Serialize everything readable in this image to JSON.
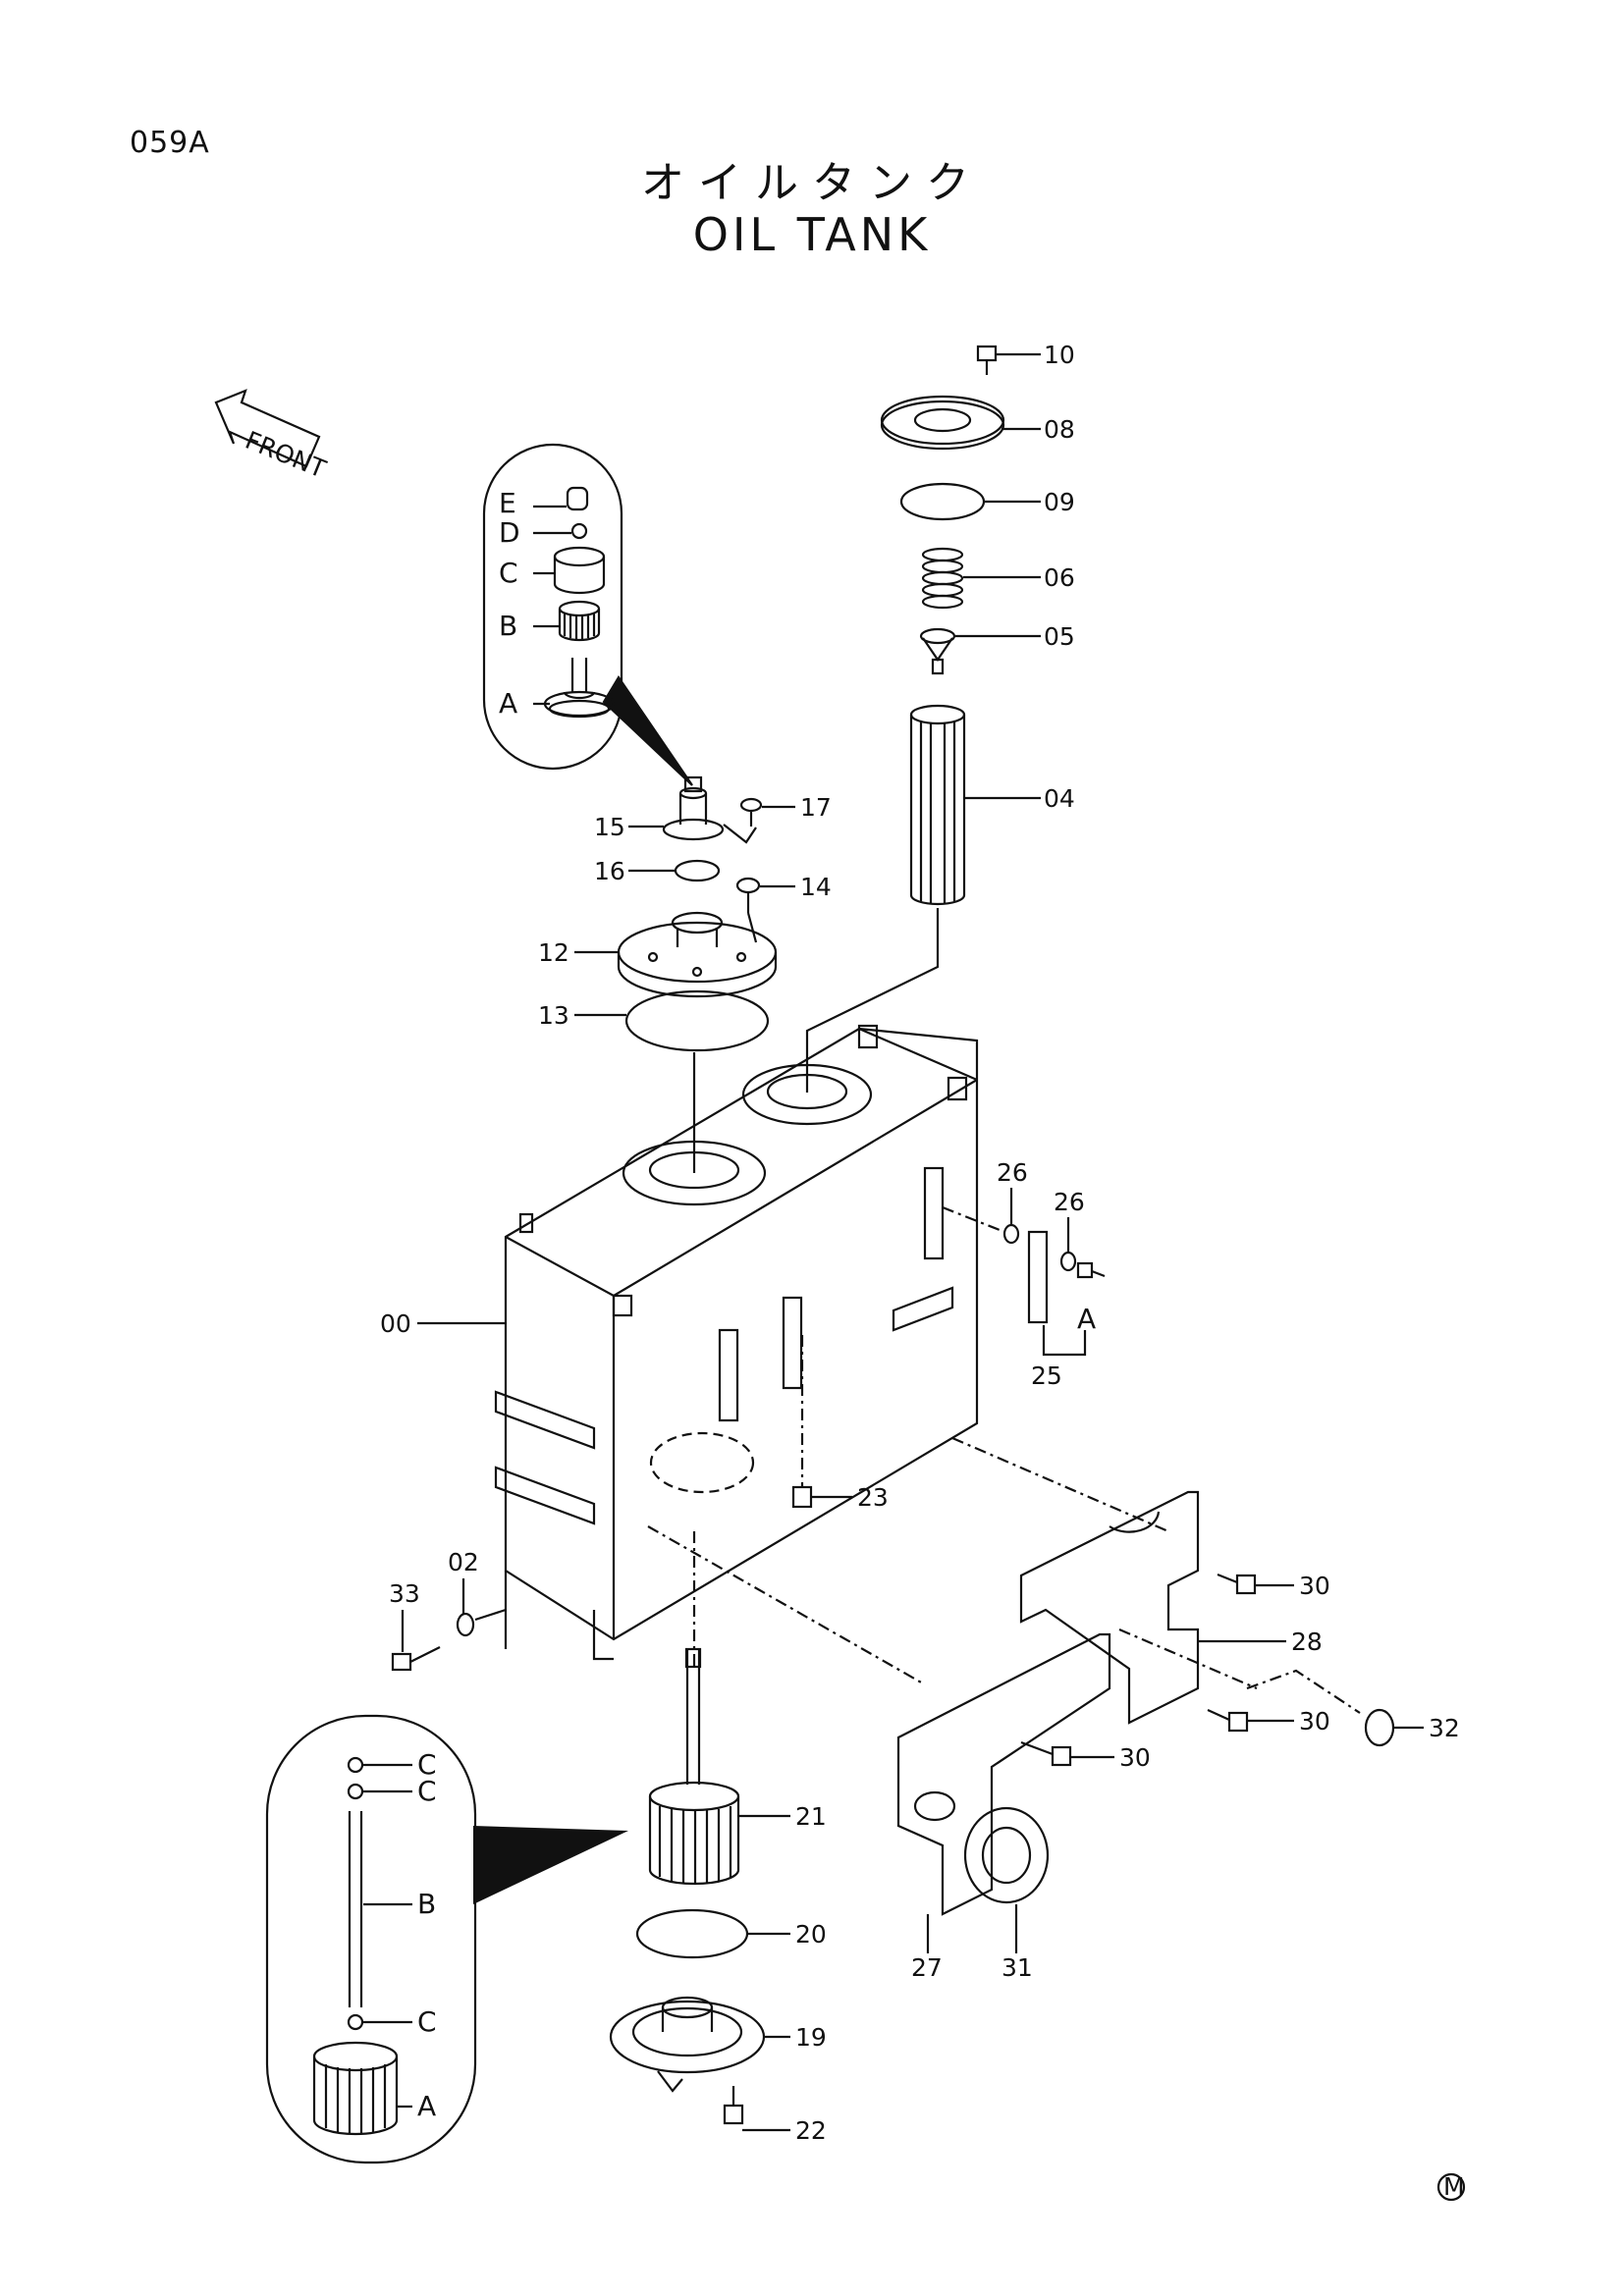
{
  "header": {
    "page_code": "059A",
    "title_jp": "オイルタンク",
    "title_en": "OIL TANK"
  },
  "front_arrow": {
    "text": "FRONT"
  },
  "inset_top": {
    "parts": [
      "E",
      "D",
      "C",
      "B",
      "A"
    ]
  },
  "inset_bottom": {
    "parts": [
      "C",
      "C",
      "B",
      "C",
      "A"
    ]
  },
  "callouts": {
    "c10": "10",
    "c08": "08",
    "c09": "09",
    "c06": "06",
    "c05": "05",
    "c04": "04",
    "c17": "17",
    "c15": "15",
    "c16": "16",
    "c14": "14",
    "c12": "12",
    "c13": "13",
    "c26a": "26",
    "c26b": "26",
    "cA": "A",
    "c25": "25",
    "c00": "00",
    "c23": "23",
    "c02": "02",
    "c33": "33",
    "c30a": "30",
    "c28": "28",
    "c30b": "30",
    "c32": "32",
    "c30c": "30",
    "c21": "21",
    "c20": "20",
    "c27": "27",
    "c31": "31",
    "c19": "19",
    "c22": "22"
  },
  "footer_mark": "M"
}
